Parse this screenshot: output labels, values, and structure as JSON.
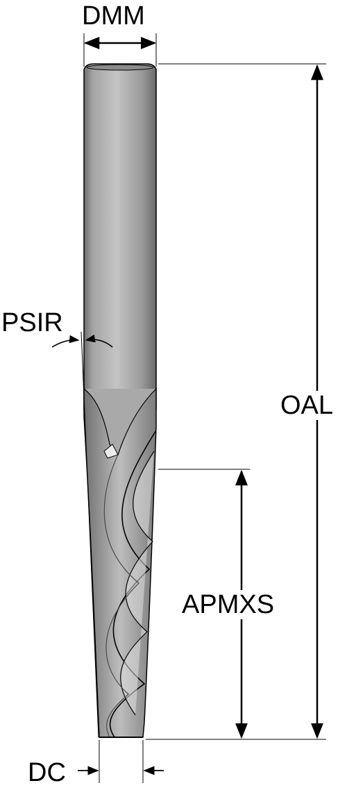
{
  "labels": {
    "dmm": "DMM",
    "oal": "OAL",
    "apmxs": "APMXS",
    "psir": "PSIR",
    "dc": "DC"
  },
  "colors": {
    "line": "#000000",
    "shank_light": "#b9b9b9",
    "shank_dark": "#6e6e6e",
    "flute_light": "#dcdcdc",
    "flute_dark": "#7a7a7a"
  }
}
